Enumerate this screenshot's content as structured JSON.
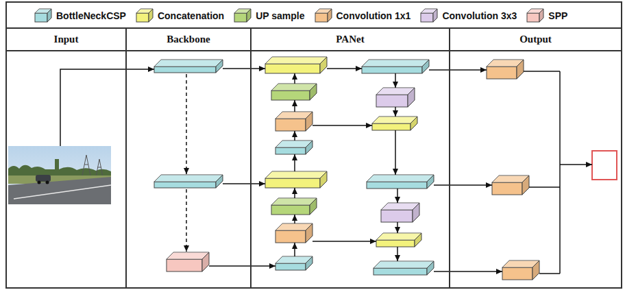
{
  "diagram": {
    "nodes": [
      {
        "text": [
          "Input"
        ]
      },
      {
        "text": [
          "Backbone"
        ]
      },
      {
        "text": [
          "PANet"
        ]
      },
      {
        "text": [
          "Output"
        ]
      }
    ],
    "legend": [
      {
        "text": "BottleNeckCSP",
        "color": "#a6dcdf"
      },
      {
        "text": "Concatenation",
        "color": "#f3f27c"
      },
      {
        "text": "UP sample",
        "color": "#b5d67a"
      },
      {
        "text": "Convolution 1x1",
        "color": "#f5c28c"
      },
      {
        "text": "Convolution 3x3",
        "color": "#dccbea"
      },
      {
        "text": "SPP",
        "color": "#f7c7c0"
      }
    ]
  }
}
